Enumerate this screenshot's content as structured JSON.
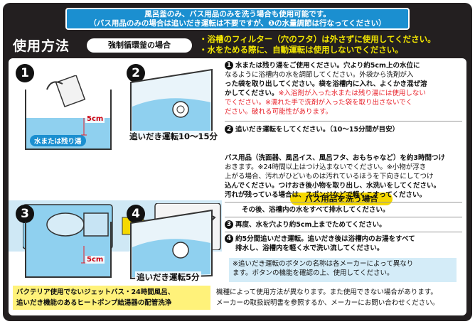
{
  "banner": {
    "line1": "風呂釜のみ、バス用品のみを洗う場合も使用可能です。",
    "line2": "（バス用品のみの場合は追いだき運転は不要ですが、❶の水量調節は行なってください）"
  },
  "header": {
    "title": "使用方法",
    "mode": "強制循環釜の場合",
    "note1": "・浴槽のフィルター（穴のフタ）は外さずに使用してください。",
    "note2": "・水をためる際に、自動運転は使用しないでください。"
  },
  "steps": {
    "s1": {
      "num": "1",
      "water_label": "水または残り湯",
      "depth": "5cm"
    },
    "s2": {
      "num": "2",
      "caption": "追いだき運転10〜15分"
    },
    "s3": {
      "num": "3",
      "depth": "5cm"
    },
    "s4": {
      "num": "4",
      "caption": "追いだき運転5分"
    }
  },
  "instructions": {
    "i1_a": "水または残り湯をご使用ください。穴より約5cm上の水位に",
    "i1_b": "なるように浴槽内の水を調節してください。外袋から洗剤が入",
    "i1_c": "った袋を取り出してください。袋を浴槽内に入れ、よくかき混ぜ溶",
    "i1_d": "かしてください。",
    "i1_red1": "※入浴剤が入った水または残り湯には使用しない",
    "i1_red2": "でください。※濡れた手で洗剤が入った袋を取り出さないでく",
    "i1_red3": "ださい。破れる可能性があります。",
    "i2": "追いだき運転をしてください。（10〜15分間が目安）",
    "bath_tag": "バス用品を洗う場合",
    "bath_a": "バス用品（洗面器、風呂イス、風呂フタ、おもちゃなど）を約3時間つけ",
    "bath_b": "おきます。※24時間以上はつけ込まないでください。※小物が浮き",
    "bath_c": "上がる場合、汚れがひどいものは汚れているほうを下向きにしてつけ",
    "bath_d": "込んでください。つけおき後小物を取り出し、水洗いをしてください。",
    "bath_e": "汚れが残っている場合は、スポンジなどで軽くこすってください。",
    "after": "その後、浴槽内の水をすべて排水してください。",
    "i3": "再度、水を穴より約5cm上までためてください。",
    "i4_a": "約5分間追いだき運転。追いだき後は浴槽内のお湯をすべて",
    "i4_b": "排水し、浴槽内を軽く水で洗い流してください。",
    "note_a": "※追いだき運転のボタンの名称は各メーカーによって異なり",
    "note_b": "ます。ボタンの機能を確認の上、使用してください。"
  },
  "footer": {
    "left1": "バクテリア使用でないジェットバス・24時間風呂、",
    "left2": "追いだき機能のあるヒートポンプ給湯器の配管洗浄",
    "right1": "機種によって使用方法が異なります。また使用できない場合があります。",
    "right2": "メーカーの取扱説明書を参照するか、メーカーにお問い合わせください。"
  },
  "colors": {
    "blue": "#1b8fd0",
    "yellow": "#f5d800",
    "red": "#e8202a",
    "water": "#8fd0ef"
  }
}
